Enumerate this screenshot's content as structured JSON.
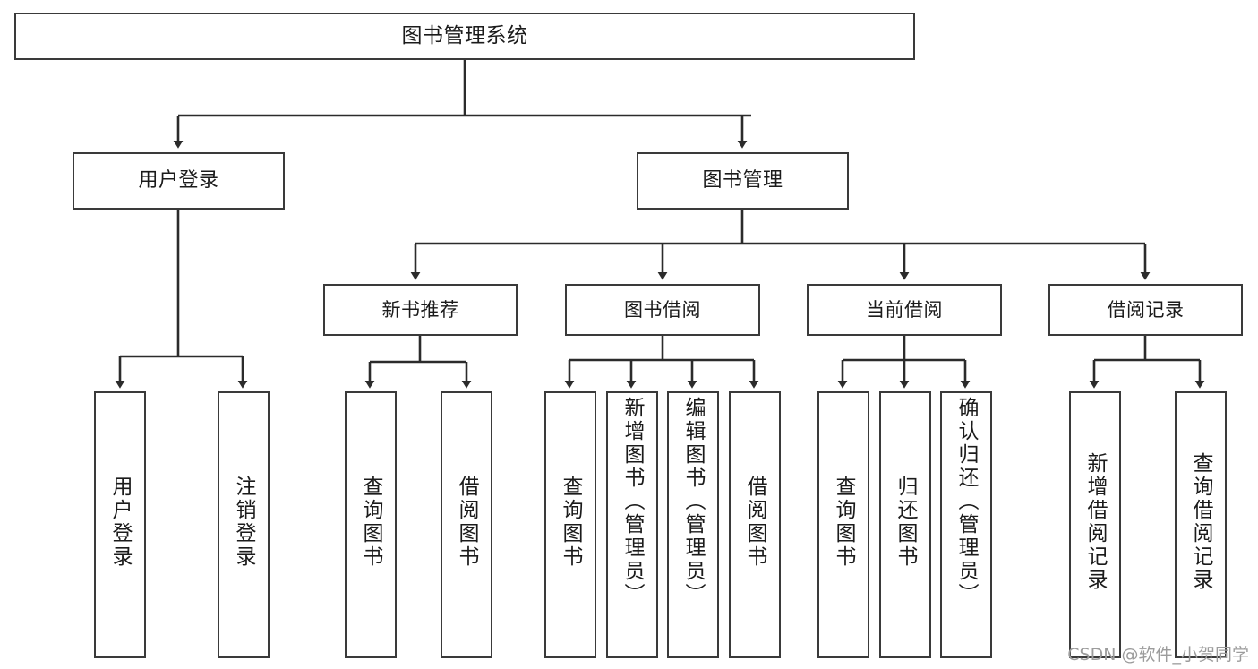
{
  "diagram": {
    "type": "tree-hierarchy",
    "title": "图书管理系统",
    "orientation": "top-down",
    "colors": {
      "box_border": "#3a3a3a",
      "box_fill": "#ffffff",
      "connector": "#2b2b2b",
      "text": "#1b1b1b",
      "watermark": "#9c9c9c"
    },
    "root": {
      "label": "图书管理系统"
    },
    "level1": [
      {
        "label": "用户登录"
      },
      {
        "label": "图书管理"
      }
    ],
    "level2": [
      {
        "label": "新书推荐"
      },
      {
        "label": "图书借阅"
      },
      {
        "label": "当前借阅"
      },
      {
        "label": "借阅记录"
      }
    ],
    "leaves": {
      "user_login": [
        {
          "label": "用户登录"
        },
        {
          "label": "注销登录"
        }
      ],
      "new_book_recommend": [
        {
          "label": "查询图书"
        },
        {
          "label": "借阅图书"
        }
      ],
      "book_borrow": [
        {
          "label": "查询图书"
        },
        {
          "label": "新增图书（管理员）"
        },
        {
          "label": "编辑图书（管理员）"
        },
        {
          "label": "借阅图书"
        }
      ],
      "current_borrow": [
        {
          "label": "查询图书"
        },
        {
          "label": "归还图书"
        },
        {
          "label": "确认归还（管理员）"
        }
      ],
      "borrow_record": [
        {
          "label": "新增借阅记录"
        },
        {
          "label": "查询借阅记录"
        }
      ]
    }
  },
  "watermark": {
    "text": "CSDN @软件_小贺同学"
  }
}
